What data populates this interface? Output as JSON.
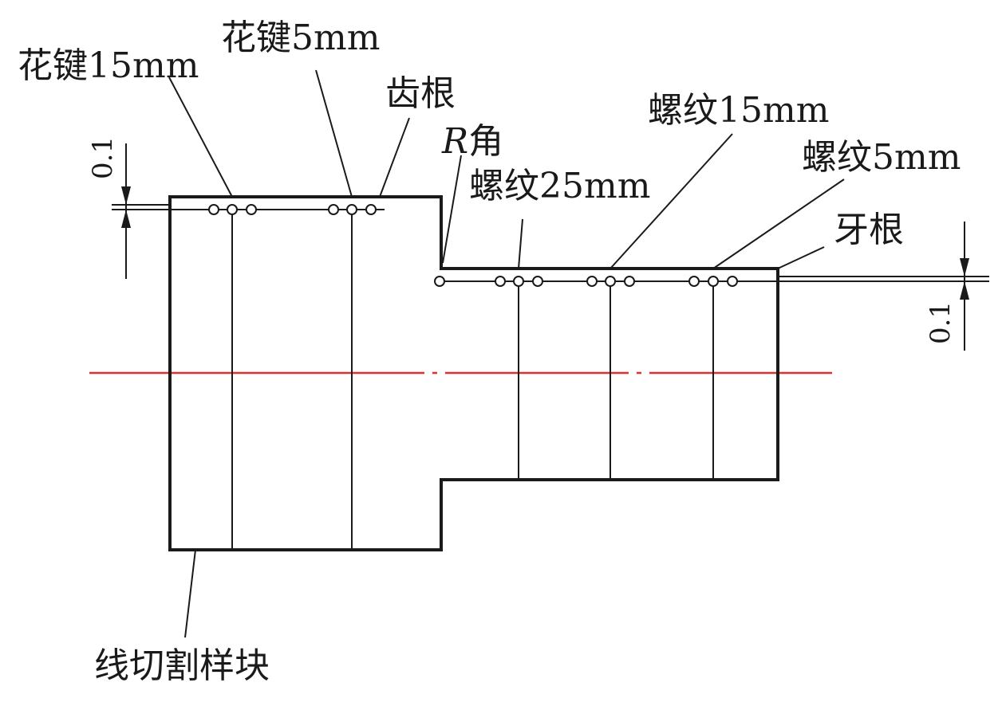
{
  "labels": {
    "spline_15": "花键15mm",
    "spline_5": "花键5mm",
    "tooth_root": "齿根",
    "r_angle_r": "R",
    "r_angle_suffix": "角",
    "thread_25": "螺纹25mm",
    "thread_15": "螺纹15mm",
    "thread_5": "螺纹5mm",
    "thread_root": "牙根",
    "sample": "线切割样块"
  },
  "dimensions": {
    "left_offset": "0.1",
    "right_offset": "0.1"
  },
  "colors": {
    "outline": "#1a1a1a",
    "centerline": "#e0312b"
  }
}
